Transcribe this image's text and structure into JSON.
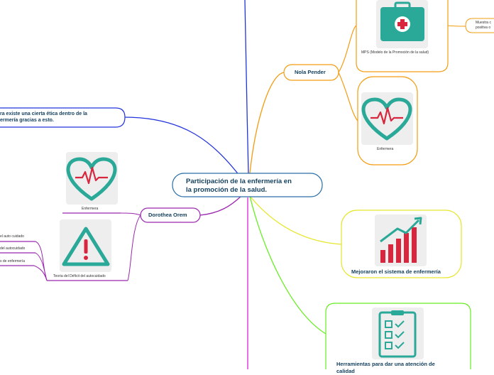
{
  "central": {
    "line1": "Participación de la enfermería en",
    "line2": "la promoción de la salud."
  },
  "nola": {
    "label": "Nola Pender",
    "mps_caption": "MPS (Modelo de la Promoción de la salud)",
    "mps_note_line1": "Muestra c",
    "mps_note_line2": "positiva o",
    "nurse_caption": "Enfermera"
  },
  "etica": {
    "line1": "ra existe una cierta ética dentro de la",
    "line2": "ermería gracias a esto."
  },
  "orem": {
    "label": "Dorothea Orem",
    "nurse_caption": "Enfermera",
    "theory_caption": "Teoria del Déficit del autocuidado",
    "sub1": "el auto cuidado",
    "sub2": "del autocuidado",
    "sub3": "s de enfermería"
  },
  "mejoraron": {
    "label": "Mejoraron el sistema de enfermería"
  },
  "herramientas": {
    "line1": "Herramientas para dar una atención de",
    "line2": "calidad"
  },
  "colors": {
    "central_border": "#2a6fa8",
    "orange": "#f39c12",
    "blue": "#2233dd",
    "purple": "#9b27af",
    "yellow": "#e6e62a",
    "green": "#66ee22",
    "magenta": "#dd22dd",
    "teal": "#2aa898",
    "red": "#d7263d"
  }
}
